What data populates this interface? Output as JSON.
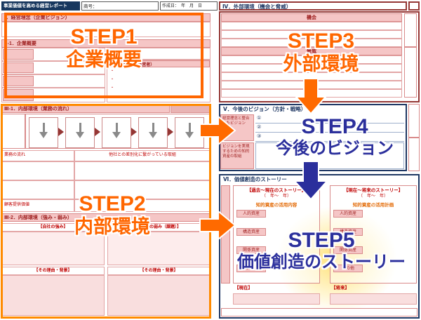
{
  "page": {
    "title": "事業価値を高める経営レポート",
    "trade_name_label": "商号：",
    "date_label": "作成日：　年　月　日"
  },
  "sections": {
    "s1": "Ⅰ．経営理念（企業ビジョン）",
    "s2": "Ⅱ-1．企業概要",
    "s2b": "Ⅱ-2．代表者（経営者）",
    "bullet": "・",
    "s3": "Ⅲ-1．内部環境（業務の流れ）",
    "flow_header": "業務の流れ",
    "diff_header": "他社との差別化に繋がっている取組",
    "value_header": "顧客提供価値",
    "s3b": "Ⅲ-2．内部環境（強み・弱み）",
    "strength": "【自社の強み】",
    "weakness": "【自社の弱み（課題）】",
    "reason": "【その理由・背景】",
    "s4": "Ⅳ．外部環境（機会と脅威）",
    "opportunity": "機会",
    "threat": "脅威",
    "s5": "Ⅴ．今後のビジョン（方針・戦略）",
    "vision_label": "経営理念と整合したビジョン",
    "action_label": "ビジョンを実現するための知的資産の取組",
    "circled": [
      "①",
      "②",
      "③"
    ],
    "s6": "Ⅵ．価値創造のストーリー",
    "past_title": "【過去～現在のストーリー】",
    "years": "（　年～　年）",
    "past_sub": "知的資産の活用内容",
    "future_title": "【現在～将来のストーリー】",
    "future_sub": "知的資産の活用計画",
    "assets": [
      "人的資産",
      "構造資産",
      "関係資産",
      "その他"
    ],
    "now": "【現在】",
    "future": "【将来】"
  },
  "steps": {
    "step1": {
      "title": "STEP1",
      "subtitle": "企業概要"
    },
    "step2": {
      "title": "STEP2",
      "subtitle": "内部環境"
    },
    "step3": {
      "title": "STEP3",
      "subtitle": "外部環境"
    },
    "step4": {
      "title": "STEP4",
      "subtitle": "今後のビジョン"
    },
    "step5": {
      "title": "STEP5",
      "subtitle": "価値創造のストーリー"
    }
  },
  "colors": {
    "step_orange": "#ff6600",
    "step_blue": "#2b2f9c",
    "form_navy": "#17375e",
    "band_pink": "#f5c6c6",
    "accent_red": "#c00000",
    "highlight_yellow": "#ffe582"
  }
}
